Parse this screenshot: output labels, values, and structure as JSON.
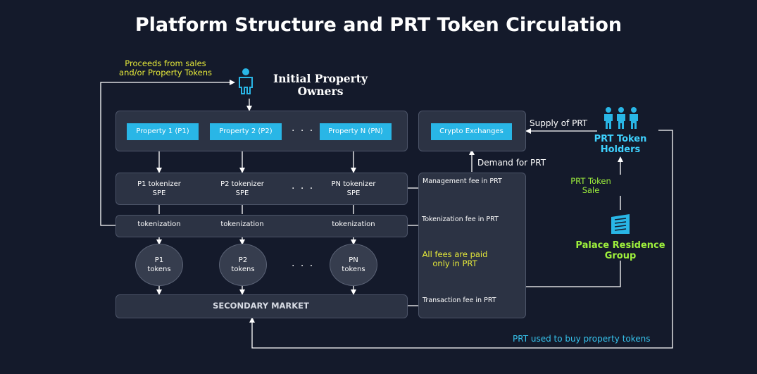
{
  "title": "Platform Structure and PRT Token Circulation",
  "labels": {
    "proceeds_line1": "Proceeds from sales",
    "proceeds_line2": "and/or Property Tokens",
    "owners_line1": "Initial Property",
    "owners_line2": "Owners",
    "supply": "Supply of PRT",
    "demand": "Demand for PRT",
    "holders_line1": "PRT Token",
    "holders_line2": "Holders",
    "sale_line1": "PRT Token",
    "sale_line2": "Sale",
    "prg_line1": "Palace Residence",
    "prg_line2": "Group",
    "buy": "PRT used to buy property tokens",
    "secondary": "SECONDARY MARKET",
    "dots": "· · ·"
  },
  "properties": [
    "Property 1 (P1)",
    "Property 2 (P2)",
    "Property N (PN)"
  ],
  "exchange": "Crypto Exchanges",
  "spes": [
    {
      "line1": "P1 tokenizer",
      "line2": "SPE"
    },
    {
      "line1": "P2 tokenizer",
      "line2": "SPE"
    },
    {
      "line1": "PN tokenizer",
      "line2": "SPE"
    }
  ],
  "tokenization": [
    "tokenization",
    "tokenization",
    "tokenization"
  ],
  "tokens": [
    {
      "line1": "P1",
      "line2": "tokens"
    },
    {
      "line1": "P2",
      "line2": "tokens"
    },
    {
      "line1": "PN",
      "line2": "tokens"
    }
  ],
  "fees": {
    "management": "Management fee in PRT",
    "tokenization": "Tokenization fee in PRT",
    "all_line1": "All fees are paid",
    "all_line2": "only in PRT",
    "transaction": "Transaction fee in PRT"
  },
  "colors": {
    "background": "#141a2b",
    "accent": "#29b6e6",
    "panel": "#2c3344",
    "yellow": "#e6ea3a",
    "green": "#9ef03c"
  },
  "icons": [
    "person-icon",
    "people-group-icon",
    "building-icon"
  ]
}
